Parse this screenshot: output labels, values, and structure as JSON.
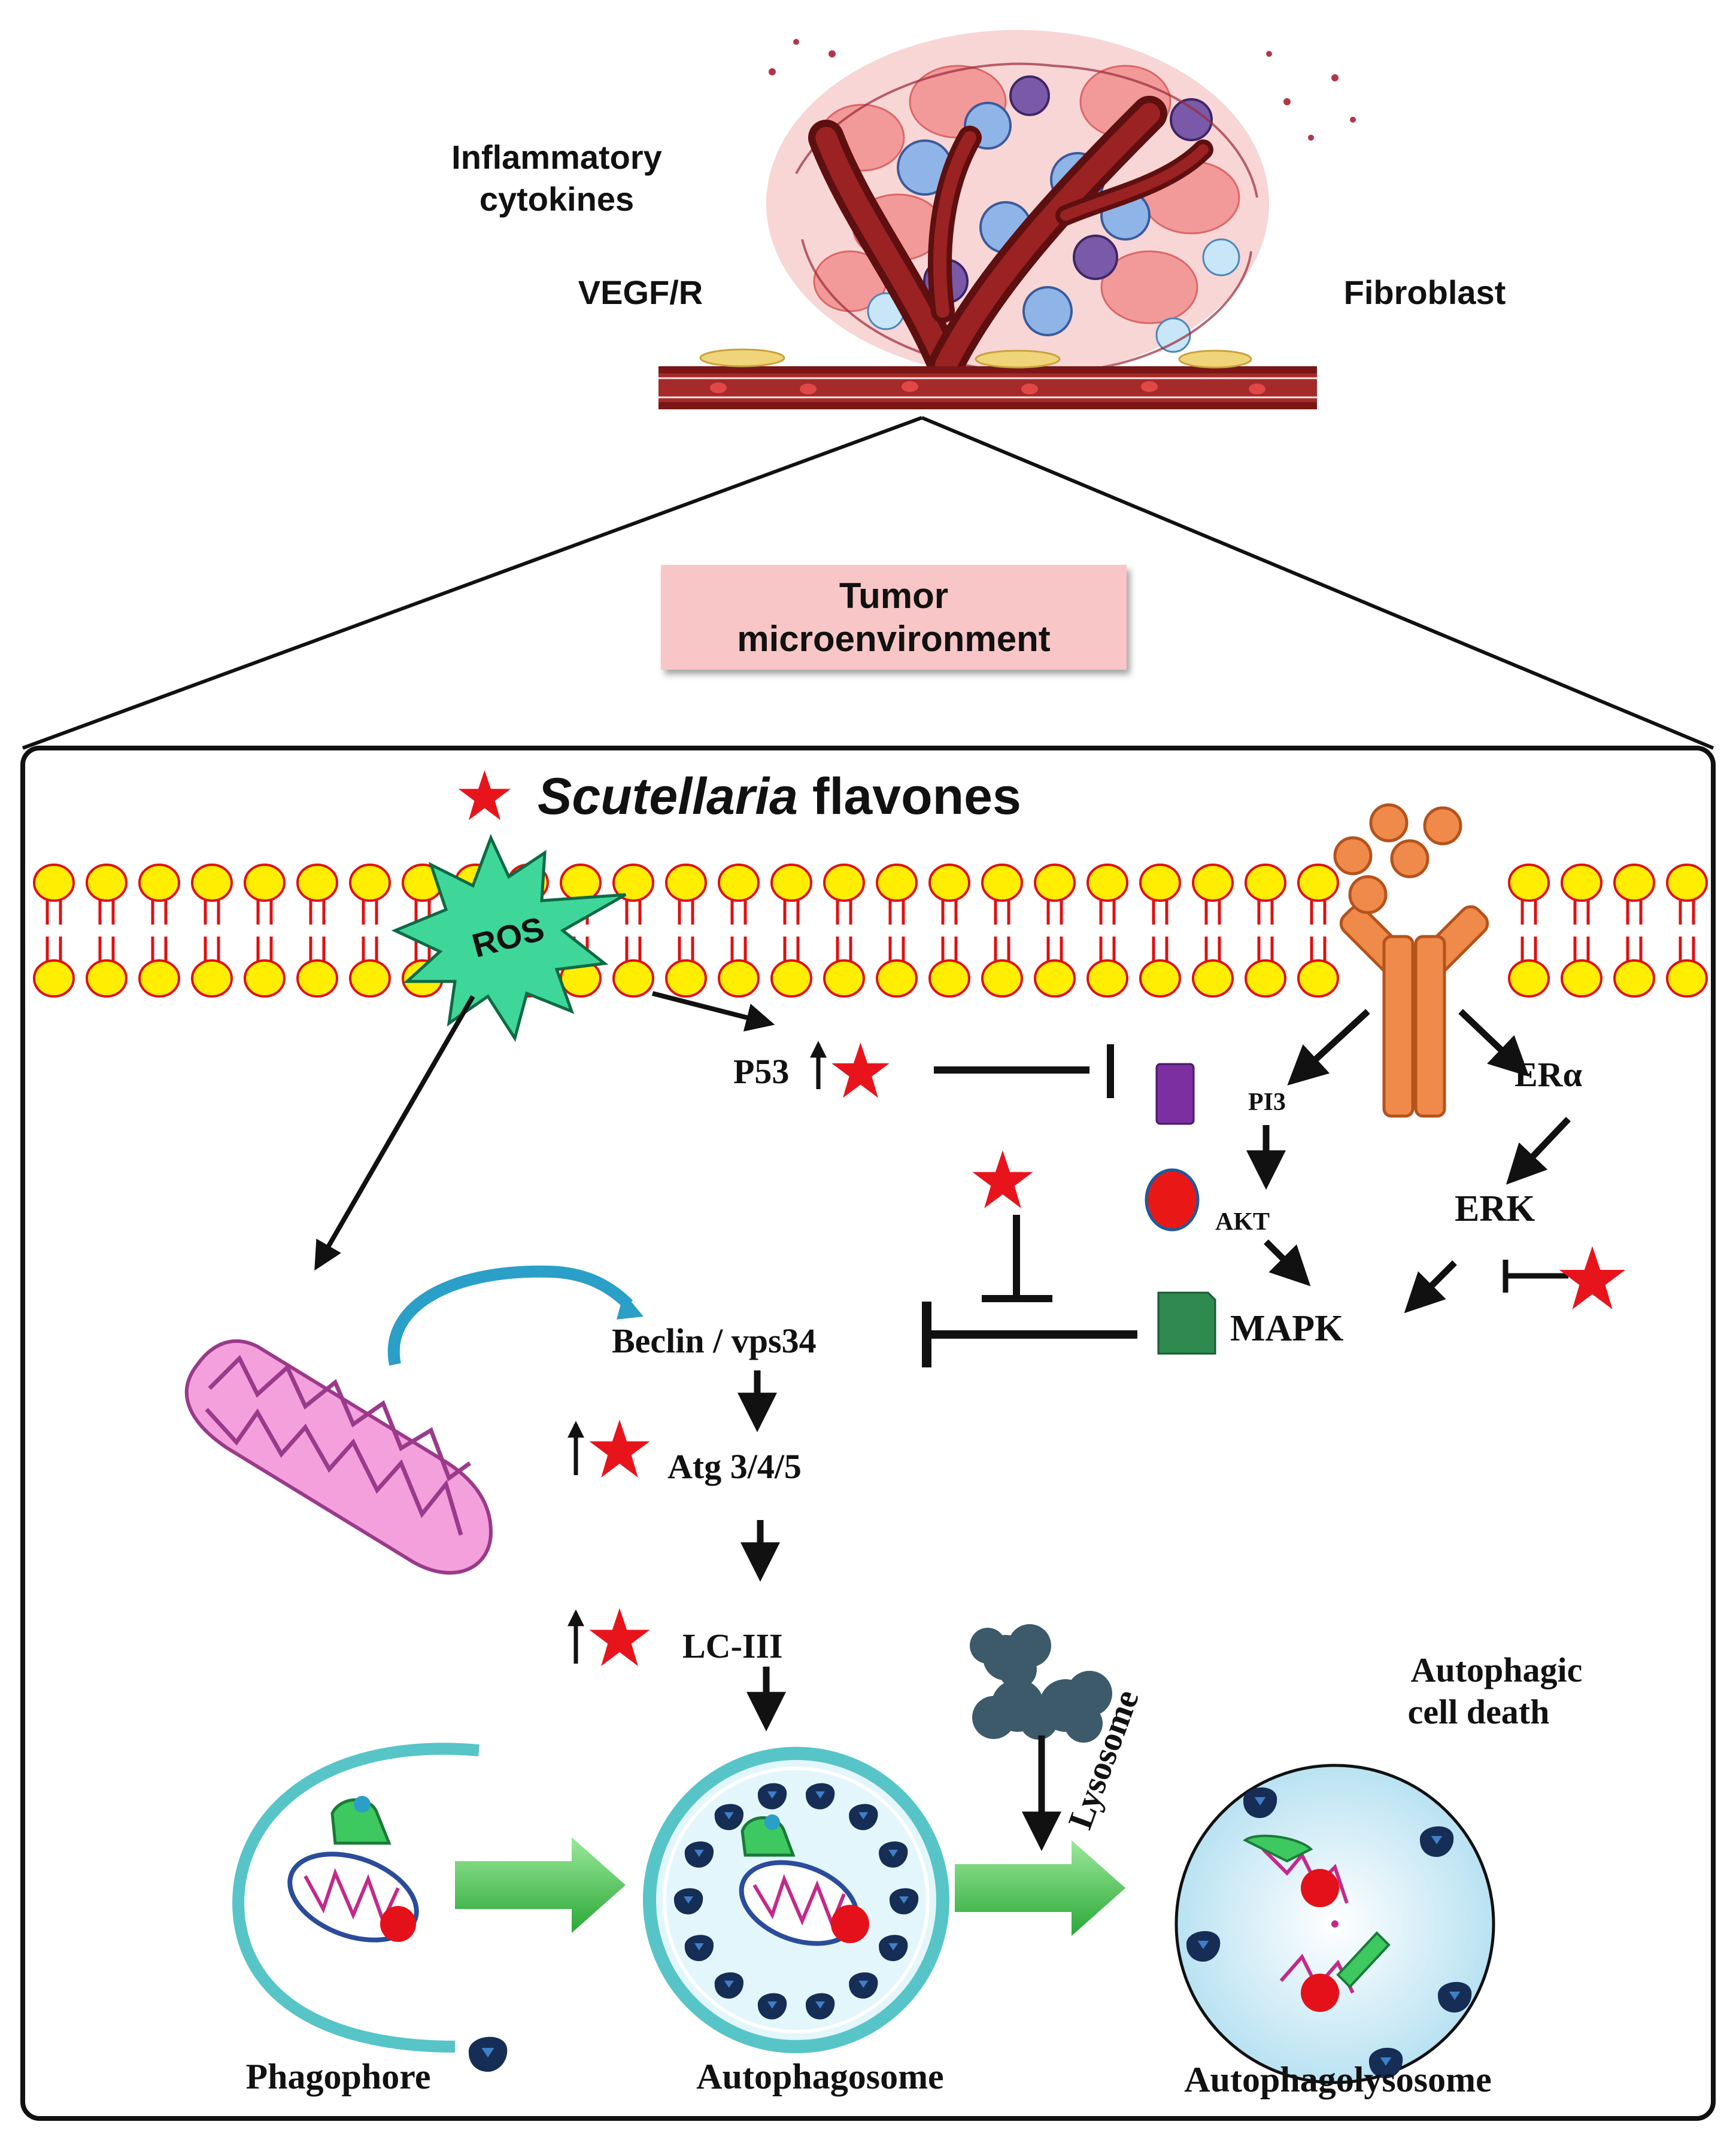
{
  "top": {
    "inflammatory": [
      "Inflammatory",
      "cytokines"
    ],
    "vegf": "VEGF/R",
    "fibroblast": "Fibroblast",
    "tumor_box": [
      "Tumor",
      "microenvironment"
    ]
  },
  "panel": {
    "title_italic": "Scutellaria",
    "title_rest": " flavones",
    "ros": "ROS",
    "p53": "P53",
    "pi3": "PI3",
    "akt": "AKT",
    "mapk": "MAPK",
    "er_alpha": "ERα",
    "erk": "ERK",
    "beclin": "Beclin / vps34",
    "atg": "Atg 3/4/5",
    "lc": "LC-III",
    "lysosome": "Lysosome",
    "autophagic": [
      "Autophagic",
      "cell death"
    ],
    "phagophore": "Phagophore",
    "autophagosome": "Autophagosome",
    "autophagolysosome": "Autophagolysosome"
  },
  "colors": {
    "star": "#e8141c",
    "membrane_head": "#ffee00",
    "membrane_tail": "#e01010",
    "receptor": "#f08a4b",
    "mito": "#f4a0dc",
    "vessel": "#7a1616",
    "tme_box": "#f8c6c6",
    "green_arrow": "#3bbf4a"
  }
}
